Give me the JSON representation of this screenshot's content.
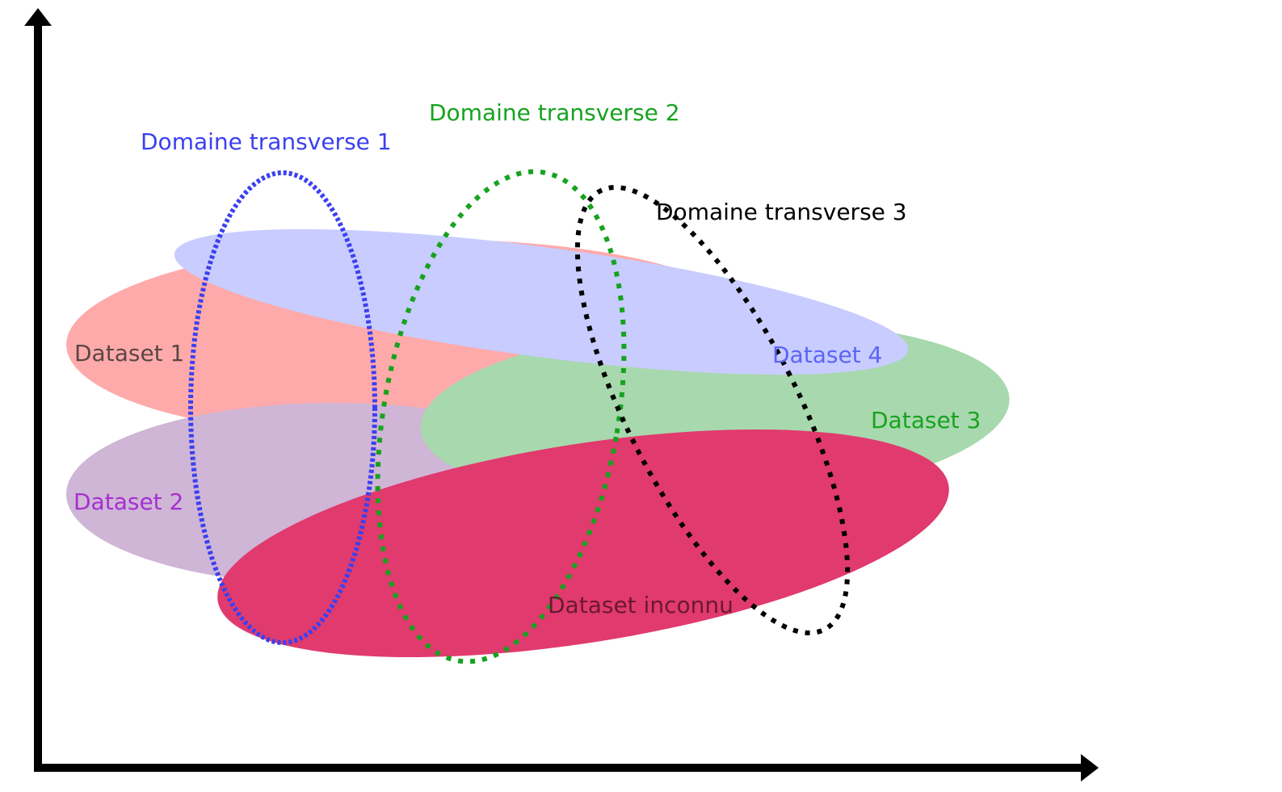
{
  "datasets": [
    {
      "id": "dataset-1",
      "label": "Dataset 1",
      "fill": "#ffaaaa",
      "text_color": "#5a4646"
    },
    {
      "id": "dataset-2",
      "label": "Dataset 2",
      "fill": "#cfb5d6",
      "text_color": "#a52fd0"
    },
    {
      "id": "dataset-3",
      "label": "Dataset 3",
      "fill": "#a8d8ae",
      "text_color": "#17a21f"
    },
    {
      "id": "dataset-4",
      "label": "Dataset 4",
      "fill": "#c8ccff",
      "text_color": "#5b65f4"
    },
    {
      "id": "dataset-inconnu",
      "label": "Dataset inconnu",
      "fill": "#e13a6e",
      "text_color": "#6b1832"
    }
  ],
  "domains": [
    {
      "id": "domaine-transverse-1",
      "label": "Domaine transverse 1",
      "color": "#3b40f0"
    },
    {
      "id": "domaine-transverse-2",
      "label": "Domaine transverse 2",
      "color": "#17a21f"
    },
    {
      "id": "domaine-transverse-3",
      "label": "Domaine transverse 3",
      "color": "#000000"
    }
  ],
  "axis_color": "#000000"
}
